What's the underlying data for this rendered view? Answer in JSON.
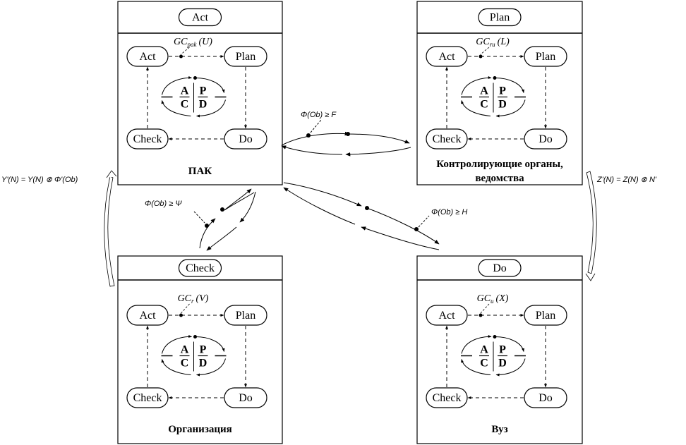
{
  "diagram": {
    "type": "PDCA interaction diagram",
    "blocks": [
      {
        "id": "pak",
        "header_label": "Act",
        "organization": [
          "ПАК"
        ],
        "gc_label": {
          "base": "GC",
          "sub": "pak",
          "arg": "(U)"
        },
        "cycle": {
          "act": "Act",
          "plan": "Plan",
          "do": "Do",
          "check": "Check"
        },
        "apcd": {
          "a": "A",
          "p": "P",
          "c": "C",
          "d": "D"
        }
      },
      {
        "id": "control",
        "header_label": "Plan",
        "organization": [
          "Контролирующие органы,",
          "ведомства"
        ],
        "gc_label": {
          "base": "GC",
          "sub": "ru",
          "arg": "(L)"
        },
        "cycle": {
          "act": "Act",
          "plan": "Plan",
          "do": "Do",
          "check": "Check"
        },
        "apcd": {
          "a": "A",
          "p": "P",
          "c": "C",
          "d": "D"
        }
      },
      {
        "id": "org",
        "header_label": "Check",
        "organization": [
          "Организация"
        ],
        "gc_label": {
          "base": "GC",
          "sub": "r",
          "arg": "(V)"
        },
        "cycle": {
          "act": "Act",
          "plan": "Plan",
          "do": "Do",
          "check": "Check"
        },
        "apcd": {
          "a": "A",
          "p": "P",
          "c": "C",
          "d": "D"
        }
      },
      {
        "id": "vuz",
        "header_label": "Do",
        "organization": [
          "Вуз"
        ],
        "gc_label": {
          "base": "GC",
          "sub": "u",
          "arg": "(X)"
        },
        "cycle": {
          "act": "Act",
          "plan": "Plan",
          "do": "Do",
          "check": "Check"
        },
        "apcd": {
          "a": "A",
          "p": "P",
          "c": "C",
          "d": "D"
        }
      }
    ],
    "connections": [
      {
        "from": "pak",
        "to": "control",
        "label": "Φ(Ob) ≥ F"
      },
      {
        "from": "pak",
        "to": "org",
        "label": "Φ(Ob) ≥ Ψ"
      },
      {
        "from": "pak",
        "to": "vuz",
        "label": "Φ(Ob) ≥ H"
      }
    ],
    "formulas": {
      "left": "Y'(N) = Y(N) ⊗ Φ'(Ob)",
      "right": "Z'(N) = Z(N) ⊗ N'"
    }
  }
}
